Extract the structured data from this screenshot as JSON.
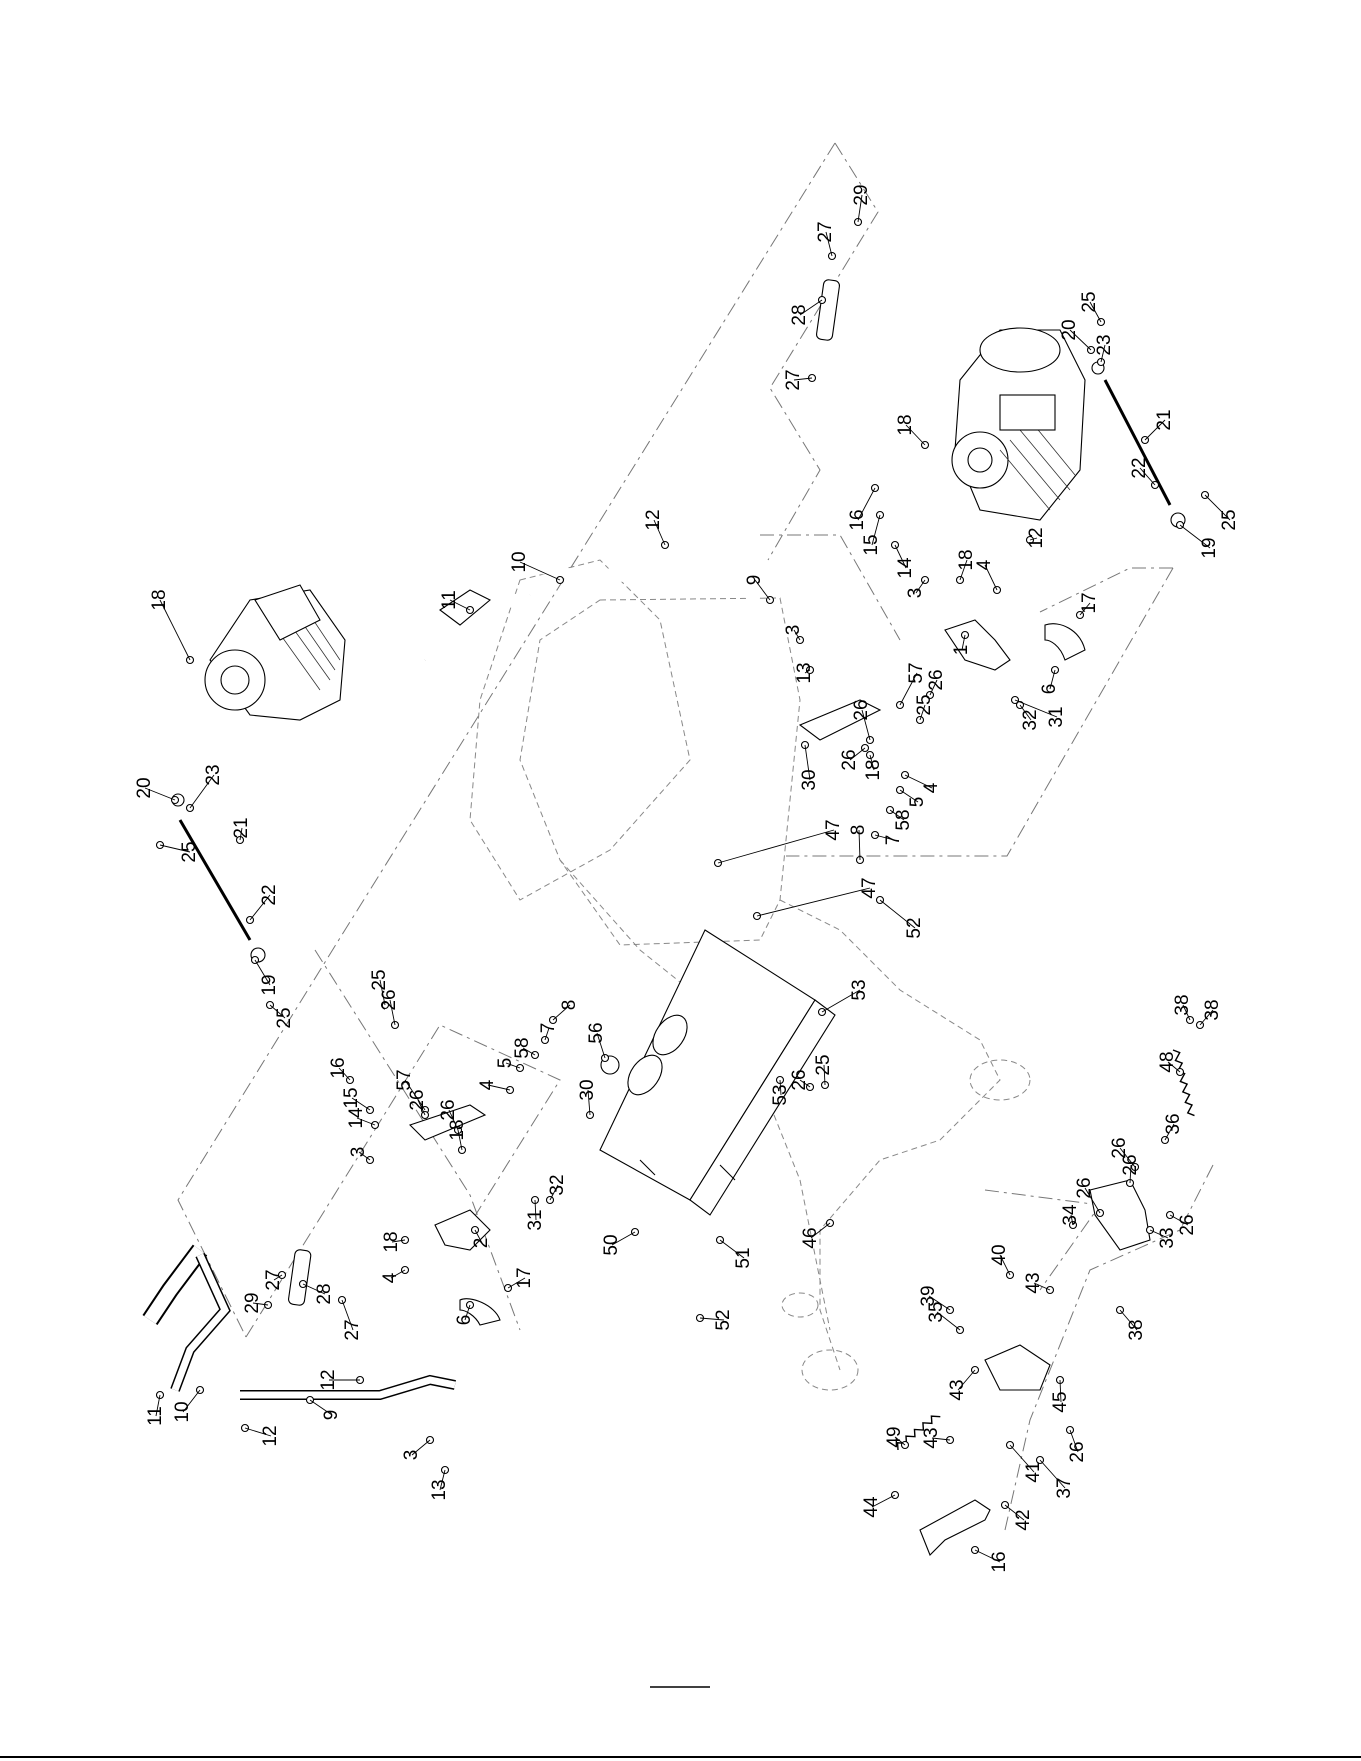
{
  "callouts": [
    {
      "label": "29"
    },
    {
      "label": "27"
    },
    {
      "label": "28"
    },
    {
      "label": "27"
    },
    {
      "label": "25"
    },
    {
      "label": "20"
    },
    {
      "label": "23"
    },
    {
      "label": "18"
    },
    {
      "label": "21"
    },
    {
      "label": "22"
    },
    {
      "label": "19"
    },
    {
      "label": "25"
    },
    {
      "label": "16"
    },
    {
      "label": "15"
    },
    {
      "label": "14"
    },
    {
      "label": "12"
    },
    {
      "label": "18"
    },
    {
      "label": "4"
    },
    {
      "label": "3"
    },
    {
      "label": "1"
    },
    {
      "label": "17"
    },
    {
      "label": "6"
    },
    {
      "label": "31"
    },
    {
      "label": "32"
    },
    {
      "label": "26"
    },
    {
      "label": "25"
    },
    {
      "label": "57"
    },
    {
      "label": "26"
    },
    {
      "label": "26"
    },
    {
      "label": "18"
    },
    {
      "label": "30"
    },
    {
      "label": "4"
    },
    {
      "label": "5"
    },
    {
      "label": "58"
    },
    {
      "label": "7"
    },
    {
      "label": "8"
    },
    {
      "label": "47"
    },
    {
      "label": "47"
    },
    {
      "label": "52"
    },
    {
      "label": "53"
    },
    {
      "label": "12"
    },
    {
      "label": "10"
    },
    {
      "label": "11"
    },
    {
      "label": "9"
    },
    {
      "label": "3"
    },
    {
      "label": "13"
    },
    {
      "label": "18"
    },
    {
      "label": "20"
    },
    {
      "label": "23"
    },
    {
      "label": "25"
    },
    {
      "label": "21"
    },
    {
      "label": "22"
    },
    {
      "label": "19"
    },
    {
      "label": "25"
    },
    {
      "label": "26"
    },
    {
      "label": "25"
    },
    {
      "label": "8"
    },
    {
      "label": "7"
    },
    {
      "label": "58"
    },
    {
      "label": "5"
    },
    {
      "label": "4"
    },
    {
      "label": "56"
    },
    {
      "label": "30"
    },
    {
      "label": "16"
    },
    {
      "label": "57"
    },
    {
      "label": "26"
    },
    {
      "label": "26"
    },
    {
      "label": "18"
    },
    {
      "label": "15"
    },
    {
      "label": "14"
    },
    {
      "label": "3"
    },
    {
      "label": "31"
    },
    {
      "label": "32"
    },
    {
      "label": "18"
    },
    {
      "label": "2"
    },
    {
      "label": "4"
    },
    {
      "label": "17"
    },
    {
      "label": "6"
    },
    {
      "label": "29"
    },
    {
      "label": "27"
    },
    {
      "label": "28"
    },
    {
      "label": "27"
    },
    {
      "label": "12"
    },
    {
      "label": "11"
    },
    {
      "label": "10"
    },
    {
      "label": "12"
    },
    {
      "label": "9"
    },
    {
      "label": "3"
    },
    {
      "label": "13"
    },
    {
      "label": "50"
    },
    {
      "label": "51"
    },
    {
      "label": "52"
    },
    {
      "label": "46"
    },
    {
      "label": "53"
    },
    {
      "label": "26"
    },
    {
      "label": "25"
    },
    {
      "label": "38"
    },
    {
      "label": "38"
    },
    {
      "label": "48"
    },
    {
      "label": "36"
    },
    {
      "label": "26"
    },
    {
      "label": "26"
    },
    {
      "label": "33"
    },
    {
      "label": "26"
    },
    {
      "label": "26"
    },
    {
      "label": "34"
    },
    {
      "label": "38"
    },
    {
      "label": "40"
    },
    {
      "label": "43"
    },
    {
      "label": "39"
    },
    {
      "label": "35"
    },
    {
      "label": "43"
    },
    {
      "label": "45"
    },
    {
      "label": "26"
    },
    {
      "label": "49"
    },
    {
      "label": "43"
    },
    {
      "label": "41"
    },
    {
      "label": "37"
    },
    {
      "label": "44"
    },
    {
      "label": "42"
    },
    {
      "label": "16"
    }
  ]
}
